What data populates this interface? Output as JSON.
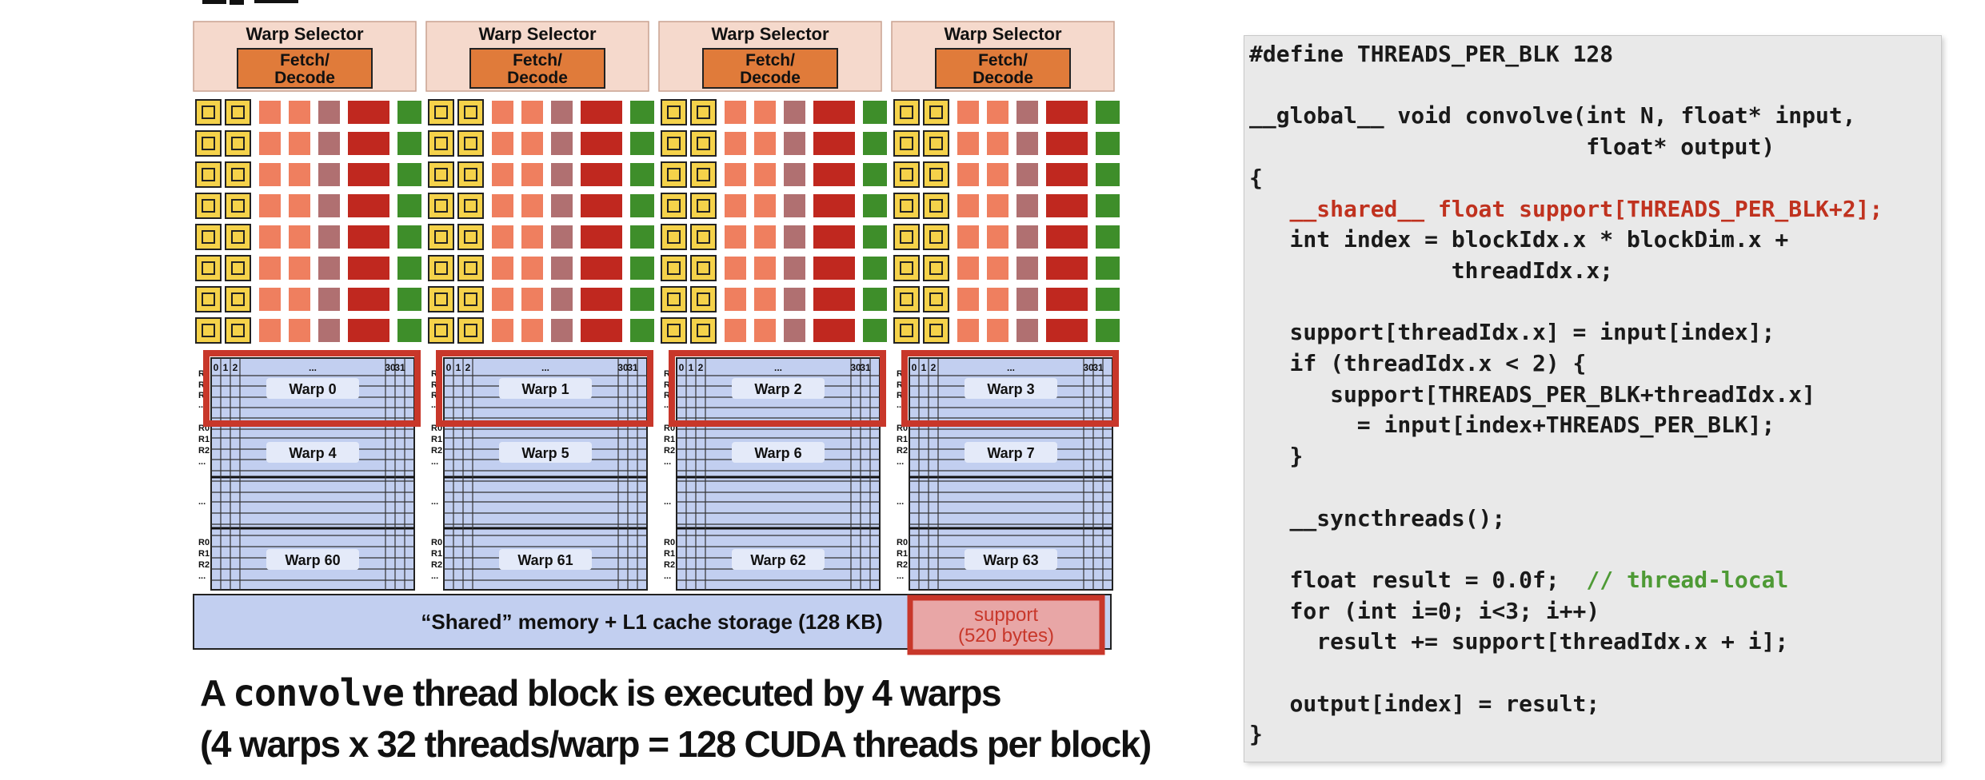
{
  "diagram": {
    "warp_selector_label": "Warp Selector",
    "fetch_decode_label": [
      "Fetch/",
      "Decode"
    ],
    "register_file": {
      "row_labels_top": [
        "R0",
        "R1",
        "R2",
        "..."
      ],
      "lane_labels": [
        "0",
        "1",
        "2",
        "...",
        "30",
        "31"
      ],
      "row_labels_mid": [
        "R0",
        "R1",
        "R2",
        "..."
      ],
      "row_labels_gap": "...",
      "row_labels_bottom": [
        "R0",
        "R1",
        "R2",
        "..."
      ]
    },
    "cores": [
      {
        "warps": [
          "Warp 0",
          "Warp 4",
          "Warp 60"
        ]
      },
      {
        "warps": [
          "Warp 1",
          "Warp 5",
          "Warp 61"
        ]
      },
      {
        "warps": [
          "Warp 2",
          "Warp 6",
          "Warp 62"
        ]
      },
      {
        "warps": [
          "Warp 3",
          "Warp 7",
          "Warp 63"
        ]
      }
    ],
    "shared_memory_label": "“Shared” memory + L1 cache storage (128 KB)",
    "support_label": [
      "support",
      "(520 bytes)"
    ],
    "colors": {
      "warp_selector_bg": "#f5d9cc",
      "fetch_decode": "#e07b3a",
      "alu_yellow": "#f5d24a",
      "exec_orange": "#ef7f5f",
      "exec_mauve": "#b07071",
      "exec_red": "#c0281f",
      "exec_green": "#3e8e2a",
      "register_blue": "#c2cff0",
      "highlight_red": "#c8372a"
    }
  },
  "caption": {
    "line1_pre": "A ",
    "line1_code": "convolve",
    "line1_post": " thread block is executed by 4 warps",
    "line2": "(4 warps x 32 threads/warp = 128 CUDA threads per block)"
  },
  "code": {
    "lines": [
      {
        "text": "#define THREADS_PER_BLK 128",
        "indent": 0
      },
      {
        "text": "",
        "indent": 0
      },
      {
        "text": "__global__ void convolve(int N, float* input,",
        "indent": 0
      },
      {
        "text": "float* output)",
        "indent": 25
      },
      {
        "text": "{",
        "indent": 0
      },
      {
        "text": "__shared__ float support[THREADS_PER_BLK+2];",
        "indent": 3,
        "color": "#c0321f"
      },
      {
        "text": "int index = blockIdx.x * blockDim.x +",
        "indent": 3
      },
      {
        "text": "threadIdx.x;",
        "indent": 15
      },
      {
        "text": "",
        "indent": 0
      },
      {
        "text": "support[threadIdx.x] = input[index];",
        "indent": 3
      },
      {
        "text": "if (threadIdx.x < 2) {",
        "indent": 3
      },
      {
        "text": "support[THREADS_PER_BLK+threadIdx.x]",
        "indent": 6
      },
      {
        "text": "= input[index+THREADS_PER_BLK];",
        "indent": 8
      },
      {
        "text": "}",
        "indent": 3
      },
      {
        "text": "",
        "indent": 0
      },
      {
        "text": "__syncthreads();",
        "indent": 3
      },
      {
        "text": "",
        "indent": 0
      },
      {
        "text": "float result = 0.0f;",
        "indent": 3,
        "comment": "// thread-local",
        "comment_color": "#4e9a35"
      },
      {
        "text": "for (int i=0; i<3; i++)",
        "indent": 3
      },
      {
        "text": "result += support[threadIdx.x + i];",
        "indent": 5
      },
      {
        "text": "",
        "indent": 0
      },
      {
        "text": "output[index] = result;",
        "indent": 3
      },
      {
        "text": "}",
        "indent": 0
      }
    ]
  }
}
